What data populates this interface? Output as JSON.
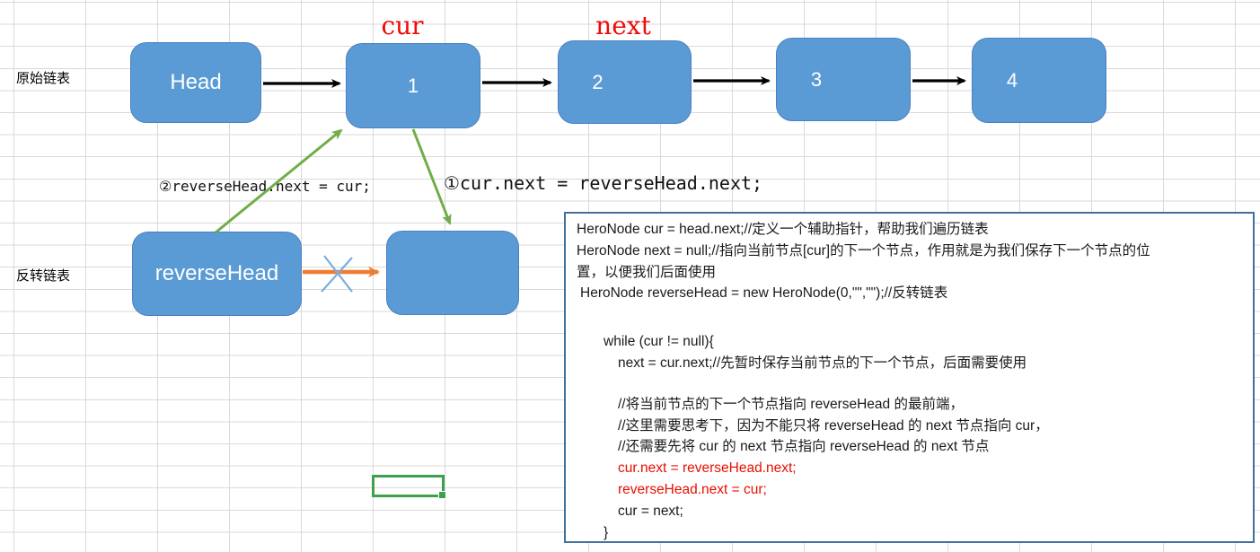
{
  "sheet": {
    "row_label_original": "原始链表",
    "row_label_reversed": "反转链表"
  },
  "pointers": {
    "cur": "cur",
    "next": "next"
  },
  "nodes": {
    "head": "Head",
    "n1": "1",
    "n2": "2",
    "n3": "3",
    "n4": "4",
    "reverse_head": "reverseHead",
    "empty": ""
  },
  "annotations": {
    "step2": "②reverseHead.next = cur;",
    "step1": "①cur.next = reverseHead.next;"
  },
  "code": {
    "lines": [
      "HeroNode cur = head.next;//定义一个辅助指针，帮助我们遍历链表",
      "HeroNode next = null;//指向当前节点[cur]的下一个节点，作用就是为我们保存下一个节点的位",
      "置，以便我们后面使用",
      "HeroNode reverseHead = new HeroNode(0,\"\",\"\");//反转链表",
      "while (cur != null){",
      "next = cur.next;//先暂时保存当前节点的下一个节点，后面需要使用",
      "//将当前节点的下一个节点指向 reverseHead 的最前端，",
      "//这里需要思考下，因为不能只将 reverseHead 的 next 节点指向 cur，",
      "//还需要先将 cur 的 next 节点指向 reverseHead 的 next 节点",
      "cur.next = reverseHead.next;",
      "reverseHead.next = cur;",
      "cur = next;",
      "}"
    ]
  },
  "colors": {
    "node_fill": "#5b9bd5",
    "node_border": "#4a80c0",
    "grid_line": "#d9d9d9",
    "panel_border": "#41719c",
    "green_arrow": "#70ad47",
    "orange_arrow": "#ed7d31",
    "cross_blue": "#7aadde",
    "selection_green": "#3da14b",
    "pointer_red": "#ee0a0a",
    "code_red": "#e60f00"
  }
}
